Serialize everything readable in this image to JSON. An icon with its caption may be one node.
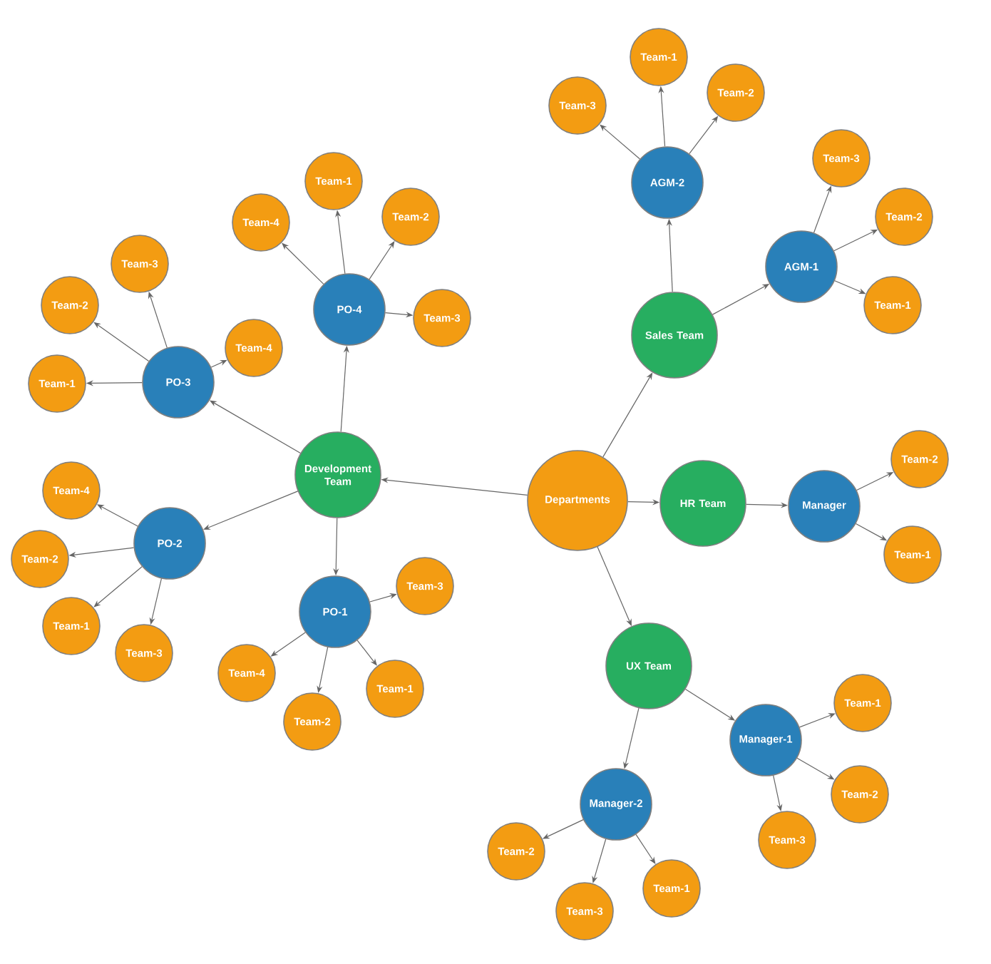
{
  "diagram": {
    "nodes": [
      {
        "text": [
          "Departments"
        ]
      },
      {
        "text": [
          "Development Team"
        ]
      },
      {
        "text": [
          "Sales Team"
        ]
      },
      {
        "text": [
          "HR Team"
        ]
      },
      {
        "text": [
          "UX Team"
        ]
      },
      {
        "text": [
          "PO-4"
        ]
      },
      {
        "text": [
          "PO-3"
        ]
      },
      {
        "text": [
          "PO-2"
        ]
      },
      {
        "text": [
          "PO-1"
        ]
      },
      {
        "text": [
          "Team-1"
        ]
      },
      {
        "text": [
          "Team-2"
        ]
      },
      {
        "text": [
          "Team-3"
        ]
      },
      {
        "text": [
          "Team-4"
        ]
      },
      {
        "text": [
          "Team-3"
        ]
      },
      {
        "text": [
          "Team-2"
        ]
      },
      {
        "text": [
          "Team-1"
        ]
      },
      {
        "text": [
          "Team-4"
        ]
      },
      {
        "text": [
          "Team-4"
        ]
      },
      {
        "text": [
          "Team-2"
        ]
      },
      {
        "text": [
          "Team-1"
        ]
      },
      {
        "text": [
          "Team-3"
        ]
      },
      {
        "text": [
          "Team-3"
        ]
      },
      {
        "text": [
          "Team-1"
        ]
      },
      {
        "text": [
          "Team-2"
        ]
      },
      {
        "text": [
          "Team-4"
        ]
      },
      {
        "text": [
          "AGM-2"
        ]
      },
      {
        "text": [
          "AGM-1"
        ]
      },
      {
        "text": [
          "Team-1"
        ]
      },
      {
        "text": [
          "Team-2"
        ]
      },
      {
        "text": [
          "Team-3"
        ]
      },
      {
        "text": [
          "Team-3"
        ]
      },
      {
        "text": [
          "Team-2"
        ]
      },
      {
        "text": [
          "Team-1"
        ]
      },
      {
        "text": [
          "Manager"
        ]
      },
      {
        "text": [
          "Team-2"
        ]
      },
      {
        "text": [
          "Team-1"
        ]
      },
      {
        "text": [
          "Manager-1"
        ]
      },
      {
        "text": [
          "Manager-2"
        ]
      },
      {
        "text": [
          "Team-1"
        ]
      },
      {
        "text": [
          "Team-2"
        ]
      },
      {
        "text": [
          "Team-3"
        ]
      },
      {
        "text": [
          "Team-2"
        ]
      },
      {
        "text": [
          "Team-3"
        ]
      },
      {
        "text": [
          "Team-1"
        ]
      }
    ],
    "edges": [
      {
        "from": 0,
        "to": 1,
        "arrow": "to"
      },
      {
        "from": 0,
        "to": 2,
        "arrow": "to"
      },
      {
        "from": 0,
        "to": 3,
        "arrow": "to"
      },
      {
        "from": 0,
        "to": 4,
        "arrow": "to"
      },
      {
        "from": 1,
        "to": 5,
        "arrow": "to"
      },
      {
        "from": 1,
        "to": 6,
        "arrow": "to"
      },
      {
        "from": 1,
        "to": 7,
        "arrow": "to"
      },
      {
        "from": 1,
        "to": 8,
        "arrow": "to"
      },
      {
        "from": 5,
        "to": 9,
        "arrow": "to"
      },
      {
        "from": 5,
        "to": 10,
        "arrow": "to"
      },
      {
        "from": 5,
        "to": 11,
        "arrow": "to"
      },
      {
        "from": 5,
        "to": 12,
        "arrow": "to"
      },
      {
        "from": 6,
        "to": 13,
        "arrow": "to"
      },
      {
        "from": 6,
        "to": 14,
        "arrow": "to"
      },
      {
        "from": 6,
        "to": 15,
        "arrow": "to"
      },
      {
        "from": 6,
        "to": 16,
        "arrow": "to"
      },
      {
        "from": 7,
        "to": 17,
        "arrow": "to"
      },
      {
        "from": 7,
        "to": 18,
        "arrow": "to"
      },
      {
        "from": 7,
        "to": 19,
        "arrow": "to"
      },
      {
        "from": 7,
        "to": 20,
        "arrow": "to"
      },
      {
        "from": 8,
        "to": 21,
        "arrow": "to"
      },
      {
        "from": 8,
        "to": 22,
        "arrow": "to"
      },
      {
        "from": 8,
        "to": 23,
        "arrow": "to"
      },
      {
        "from": 8,
        "to": 24,
        "arrow": "to"
      },
      {
        "from": 2,
        "to": 25,
        "arrow": "to"
      },
      {
        "from": 2,
        "to": 26,
        "arrow": "to"
      },
      {
        "from": 25,
        "to": 27,
        "arrow": "to"
      },
      {
        "from": 25,
        "to": 28,
        "arrow": "to"
      },
      {
        "from": 25,
        "to": 29,
        "arrow": "to"
      },
      {
        "from": 26,
        "to": 30,
        "arrow": "to"
      },
      {
        "from": 26,
        "to": 31,
        "arrow": "to"
      },
      {
        "from": 26,
        "to": 32,
        "arrow": "to"
      },
      {
        "from": 3,
        "to": 33,
        "arrow": "to"
      },
      {
        "from": 33,
        "to": 34,
        "arrow": "to"
      },
      {
        "from": 33,
        "to": 35,
        "arrow": "to"
      },
      {
        "from": 4,
        "to": 36,
        "arrow": "to"
      },
      {
        "from": 4,
        "to": 37,
        "arrow": "to"
      },
      {
        "from": 36,
        "to": 38,
        "arrow": "to"
      },
      {
        "from": 36,
        "to": 39,
        "arrow": "to"
      },
      {
        "from": 36,
        "to": 40,
        "arrow": "to"
      },
      {
        "from": 37,
        "to": 41,
        "arrow": "to"
      },
      {
        "from": 37,
        "to": 42,
        "arrow": "to"
      },
      {
        "from": 37,
        "to": 43,
        "arrow": "to"
      }
    ]
  }
}
